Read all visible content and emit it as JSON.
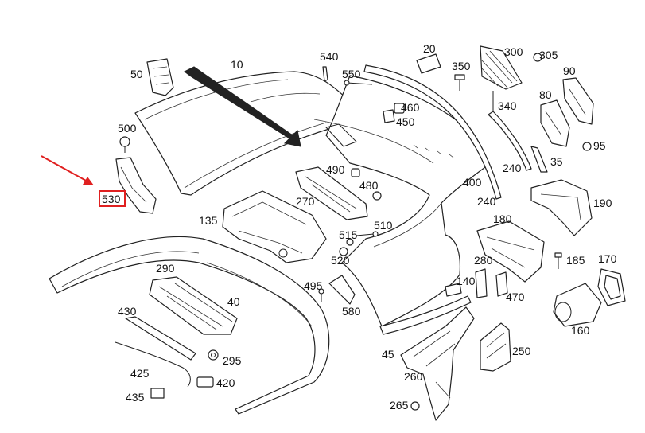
{
  "colors": {
    "line": "#222222",
    "highlight": "#e02020",
    "background": "#ffffff"
  },
  "highlighted_label": "530",
  "labels": {
    "l10": "10",
    "l20": "20",
    "l35": "35",
    "l40": "40",
    "l45": "45",
    "l50": "50",
    "l80": "80",
    "l90": "90",
    "l95": "95",
    "l135": "135",
    "l140": "140",
    "l160": "160",
    "l170": "170",
    "l180": "180",
    "l185": "185",
    "l190": "190",
    "l240a": "240",
    "l240b": "240",
    "l250": "250",
    "l260": "260",
    "l265": "265",
    "l270": "270",
    "l280": "280",
    "l290": "290",
    "l295": "295",
    "l300": "300",
    "l305": "305",
    "l340": "340",
    "l350": "350",
    "l400": "400",
    "l420": "420",
    "l425": "425",
    "l430": "430",
    "l435": "435",
    "l450": "450",
    "l460": "460",
    "l470": "470",
    "l480": "480",
    "l490": "490",
    "l495": "495",
    "l500": "500",
    "l510": "510",
    "l515": "515",
    "l520": "520",
    "l530": "530",
    "l540": "540",
    "l550": "550",
    "l580": "580"
  }
}
